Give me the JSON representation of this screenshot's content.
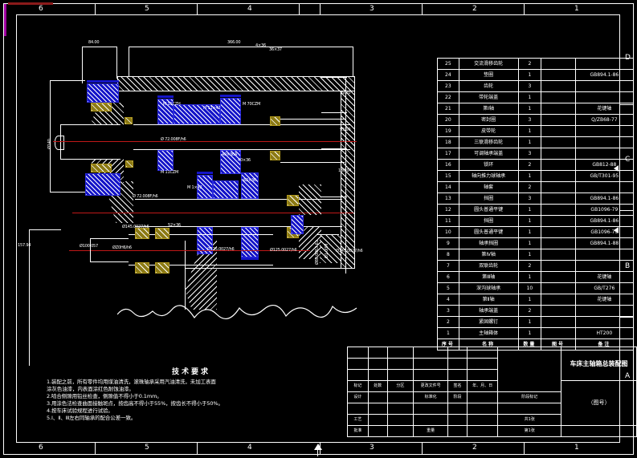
{
  "sheet": {
    "zones_bottom": [
      "6",
      "5",
      "4",
      "3",
      "2",
      "1"
    ],
    "zones_right": [
      "D",
      "C",
      "B",
      "A"
    ],
    "zones_top": [
      "6",
      "5",
      "4",
      "3",
      "2",
      "1"
    ]
  },
  "bom": {
    "columns": [
      "序号",
      "名称",
      "数量",
      "图号",
      "备注"
    ],
    "rows": [
      {
        "no": "25",
        "name": "交流滑移齿轮",
        "qty": "2",
        "dwg": "",
        "remark": ""
      },
      {
        "no": "24",
        "name": "垫圈",
        "qty": "1",
        "dwg": "",
        "remark": "GB894.1-86"
      },
      {
        "no": "23",
        "name": "齿轮",
        "qty": "3",
        "dwg": "",
        "remark": ""
      },
      {
        "no": "22",
        "name": "带轮端盖",
        "qty": "1",
        "dwg": "",
        "remark": ""
      },
      {
        "no": "21",
        "name": "第Ⅰ轴",
        "qty": "1",
        "dwg": "",
        "remark": "花键轴"
      },
      {
        "no": "20",
        "name": "密封圈",
        "qty": "3",
        "dwg": "",
        "remark": "Q/ZB68-77"
      },
      {
        "no": "19",
        "name": "皮带轮",
        "qty": "1",
        "dwg": "",
        "remark": ""
      },
      {
        "no": "18",
        "name": "三联滑移齿轮",
        "qty": "1",
        "dwg": "",
        "remark": ""
      },
      {
        "no": "17",
        "name": "可调轴承端盖",
        "qty": "3",
        "dwg": "",
        "remark": ""
      },
      {
        "no": "16",
        "name": "锁环",
        "qty": "2",
        "dwg": "",
        "remark": "GB812-88"
      },
      {
        "no": "15",
        "name": "轴向推力球轴承",
        "qty": "1",
        "dwg": "",
        "remark": "GB/T301-95"
      },
      {
        "no": "14",
        "name": "轴套",
        "qty": "2",
        "dwg": "",
        "remark": ""
      },
      {
        "no": "13",
        "name": "挡圈",
        "qty": "3",
        "dwg": "",
        "remark": "GB894.1-86"
      },
      {
        "no": "12",
        "name": "圆头普通平键",
        "qty": "1",
        "dwg": "",
        "remark": "GB1096-79"
      },
      {
        "no": "11",
        "name": "挡圈",
        "qty": "1",
        "dwg": "",
        "remark": "GB894.1-86"
      },
      {
        "no": "10",
        "name": "圆头普通平键",
        "qty": "1",
        "dwg": "",
        "remark": "GB1096-79"
      },
      {
        "no": "9",
        "name": "轴承挡圈",
        "qty": "1",
        "dwg": "",
        "remark": "GB894.1-88"
      },
      {
        "no": "8",
        "name": "第Ⅳ轴",
        "qty": "1",
        "dwg": "",
        "remark": ""
      },
      {
        "no": "7",
        "name": "双联齿轮",
        "qty": "2",
        "dwg": "",
        "remark": ""
      },
      {
        "no": "6",
        "name": "第Ⅲ轴",
        "qty": "1",
        "dwg": "",
        "remark": "花键轴"
      },
      {
        "no": "5",
        "name": "深沟球轴承",
        "qty": "10",
        "dwg": "",
        "remark": "GB/T276"
      },
      {
        "no": "4",
        "name": "第Ⅱ轴",
        "qty": "1",
        "dwg": "",
        "remark": "花键轴"
      },
      {
        "no": "3",
        "name": "轴承端盖",
        "qty": "2",
        "dwg": "",
        "remark": ""
      },
      {
        "no": "2",
        "name": "紧固螺钉",
        "qty": "1",
        "dwg": "",
        "remark": ""
      },
      {
        "no": "1",
        "name": "主轴箱体",
        "qty": "1",
        "dwg": "",
        "remark": "HT200"
      }
    ]
  },
  "title_block": {
    "row_marks": [
      "标记",
      "处数",
      "分区",
      "更改文件号",
      "签名",
      "年、月、日"
    ],
    "design_label": "设计",
    "std_label": "标准化",
    "stage_label": "阶段",
    "proc_label": "工艺",
    "appr_label": "批准",
    "weight_label": "重量",
    "scale_label": "比例",
    "mass_scale_head": "阶段标记",
    "drawing_title": "车床主轴箱总装配图",
    "drawing_number": "（图号）",
    "sheet_count": "共1张",
    "sheet_index": "第1张"
  },
  "tech_req": {
    "heading": "技术要求",
    "lines": [
      "1.装配之前，所有零件均用煤油清洗，滚珠轴承采用汽油清洗，未加工表面",
      "涂灰色油漆，内表面涂红色耐蚀油漆。",
      "2.啮合侧隙用铅丝检查，侧隙值不得小于0.1mm。",
      "3.用涂色法检查曲面接触斑点，按齿高不得小于55%，按齿长不得小于50%。",
      "4.按车床试验规程进行试验。",
      "5.Ⅰ、Ⅱ、Ⅲ左右同轴承的配合公差一致。"
    ]
  },
  "dimensions": {
    "top": [
      {
        "label": "84.00"
      },
      {
        "label": "366.00"
      }
    ],
    "left": [
      {
        "label": "Ø140"
      },
      {
        "label": "157.94"
      }
    ],
    "right": [
      {
        "label": "99.70"
      },
      {
        "label": "93.00"
      },
      {
        "label": "130.04"
      }
    ],
    "notes": [
      "Ø 72.008F/h6",
      "Ø145.0027/h6",
      "Ø125.0027/h6",
      "ØZ0H6/h6",
      "Ø80.0063-61",
      "Ø1.00M",
      "Ø100.057",
      "M 11CZH",
      "M 11CZM",
      "M 11×42",
      "M 70CZM",
      "M 1×42",
      "40×36",
      "62×36",
      "52×36",
      "40×36A",
      "36×37",
      "4×36",
      "1×36"
    ]
  },
  "colors": {
    "background": "#000000",
    "line": "#ffffff",
    "centerline": "#c01818",
    "gear": "#1414c8",
    "bearing": "#8c7a14",
    "magenta": "#b814b8",
    "cyan": "#00c0c0"
  }
}
